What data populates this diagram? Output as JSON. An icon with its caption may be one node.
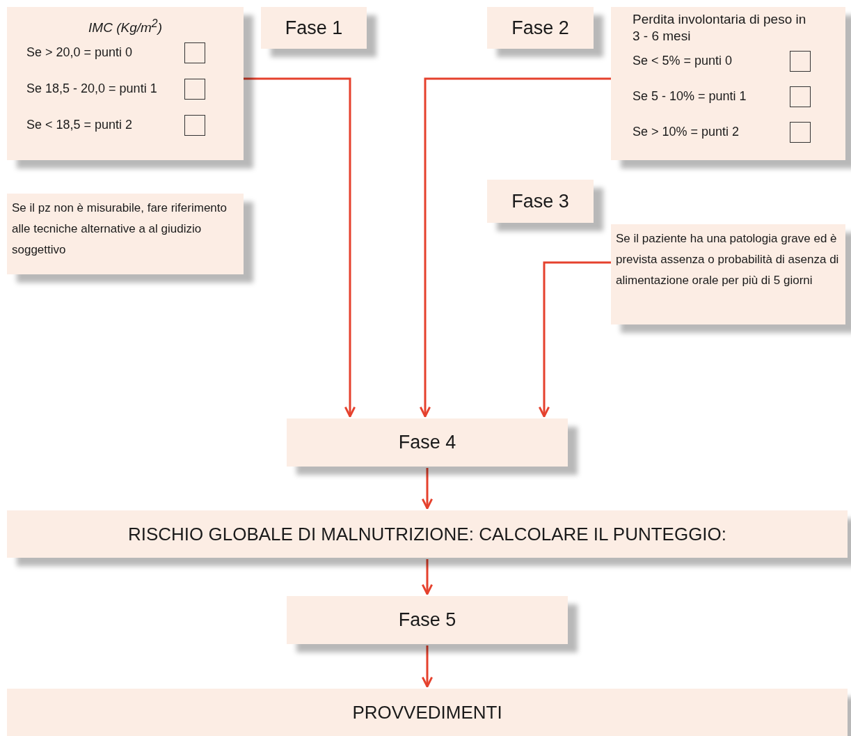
{
  "diagram": {
    "nodes": [
      {
        "text": [
          "IMC (Kg/m$^{2}$)",
          "Se > 20,0 = punti 0",
          "Se 18,5 - 20,0 = punti 1",
          "Se < 18,5 = punti 2"
        ]
      },
      {
        "text": [
          "Fase 1"
        ]
      },
      {
        "text": [
          "Fase 2"
        ]
      },
      {
        "text": [
          "Perdita involontaria di peso in 3 - 6 mesi",
          "Se < 5% = punti 0",
          "Se 5 - 10% = punti 1",
          "Se > 10% = punti 2"
        ]
      },
      {
        "text": [
          "Se il pz non è misurabile, fare riferimento alle tecniche alternative a al giudizio soggettivo"
        ]
      },
      {
        "text": [
          "Fase 3"
        ]
      },
      {
        "text": [
          "Se il paziente ha una patologia grave ed è prevista assenza o probabilità di asenza di alimentazione orale per più di 5 giorni"
        ]
      },
      {
        "text": [
          "Fase 4"
        ]
      },
      {
        "text": [
          "RISCHIO GLOBALE DI MALNUTRIZIONE: CALCOLARE IL PUNTEGGIO:"
        ]
      },
      {
        "text": [
          "Fase 5"
        ]
      },
      {
        "text": [
          "PROVVEDIMENTI"
        ]
      }
    ],
    "edges": [
      {
        "from": 0,
        "to": 7,
        "arrow": "to"
      },
      {
        "from": 3,
        "to": 7,
        "arrow": "to"
      },
      {
        "from": 6,
        "to": 7,
        "arrow": "to"
      },
      {
        "from": 7,
        "to": 8,
        "arrow": "to"
      },
      {
        "from": 8,
        "to": 9,
        "arrow": "to"
      },
      {
        "from": 9,
        "to": 10,
        "arrow": "to"
      }
    ]
  }
}
